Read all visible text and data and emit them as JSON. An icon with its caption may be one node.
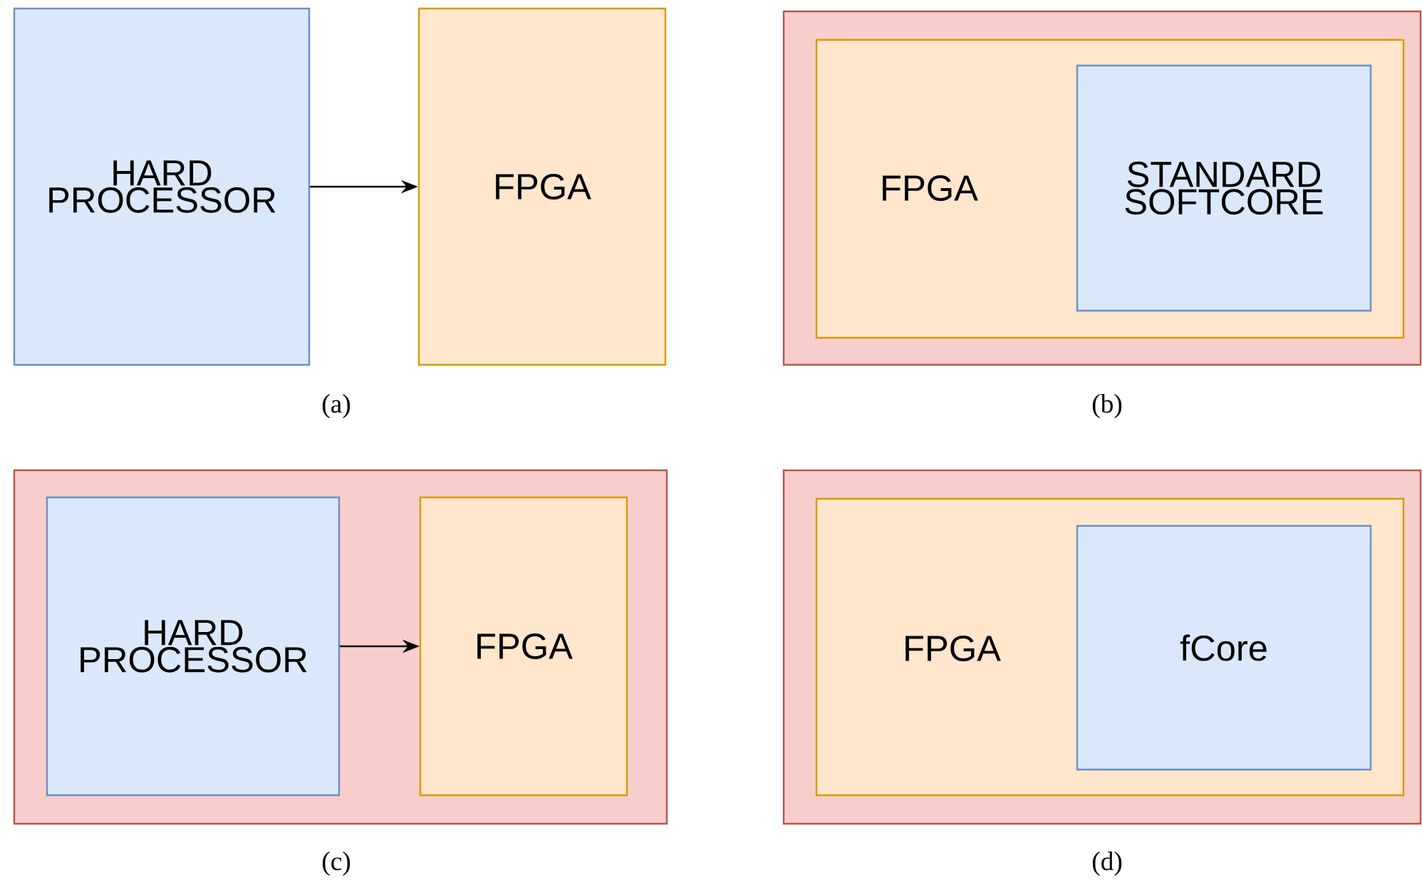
{
  "diagram": {
    "nodes": [
      {
        "text": [
          "HARD PROCESSOR"
        ]
      },
      {
        "text": [
          "FPGA"
        ]
      },
      {
        "text": [],
        "shape": "box"
      },
      {
        "text": [
          "FPGA"
        ],
        "in": 2
      },
      {
        "text": [
          "STANDARD SOFTCORE"
        ],
        "in": 3
      },
      {
        "text": [],
        "shape": "box"
      },
      {
        "text": [
          "HARD PROCESSOR"
        ],
        "in": 5
      },
      {
        "text": [
          "FPGA"
        ],
        "in": 5
      },
      {
        "text": [],
        "shape": "box"
      },
      {
        "text": [
          "FPGA"
        ],
        "in": 8
      },
      {
        "text": [
          "fCore"
        ],
        "in": 9
      }
    ],
    "edges": [
      {
        "from": 0,
        "to": 1,
        "arrow": "to"
      },
      {
        "from": 6,
        "to": 7,
        "arrow": "to"
      }
    ],
    "labels": [
      "(a)",
      "(b)",
      "(c)",
      "(d)"
    ]
  }
}
